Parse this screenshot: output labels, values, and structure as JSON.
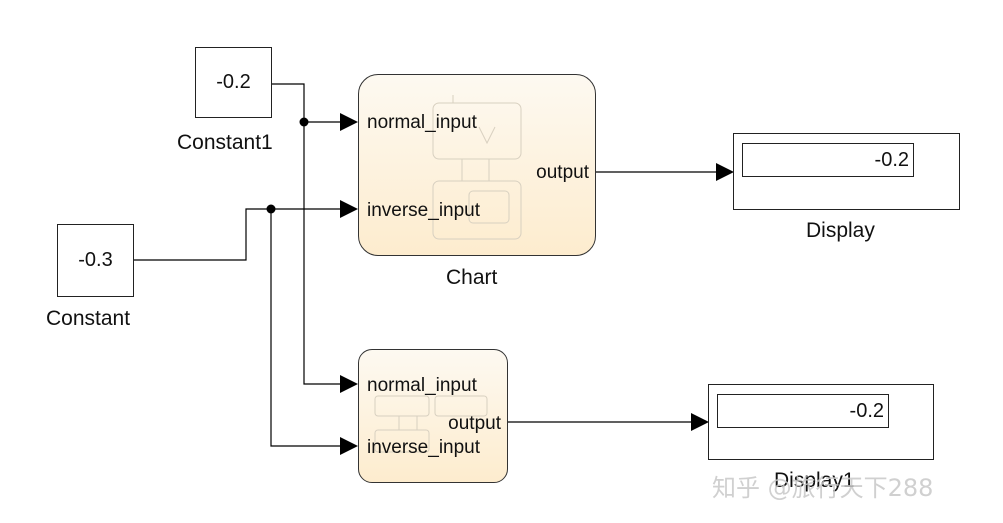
{
  "blocks": {
    "constant1": {
      "value": "-0.2",
      "name": "Constant1"
    },
    "constant": {
      "value": "-0.3",
      "name": "Constant"
    },
    "chart": {
      "name": "Chart",
      "inputs": [
        "normal_input",
        "inverse_input"
      ],
      "output": "output"
    },
    "chart1": {
      "inputs": [
        "normal_input",
        "inverse_input"
      ],
      "output": "output"
    },
    "display": {
      "value": "-0.2",
      "name": "Display"
    },
    "display1": {
      "value": "-0.2",
      "name": "Display1"
    }
  },
  "watermark": "知乎 @旅行天下288",
  "colors": {
    "chart_fill_top": "#fdf9f1",
    "chart_fill_bottom": "#fdecce",
    "line": "#000000"
  }
}
